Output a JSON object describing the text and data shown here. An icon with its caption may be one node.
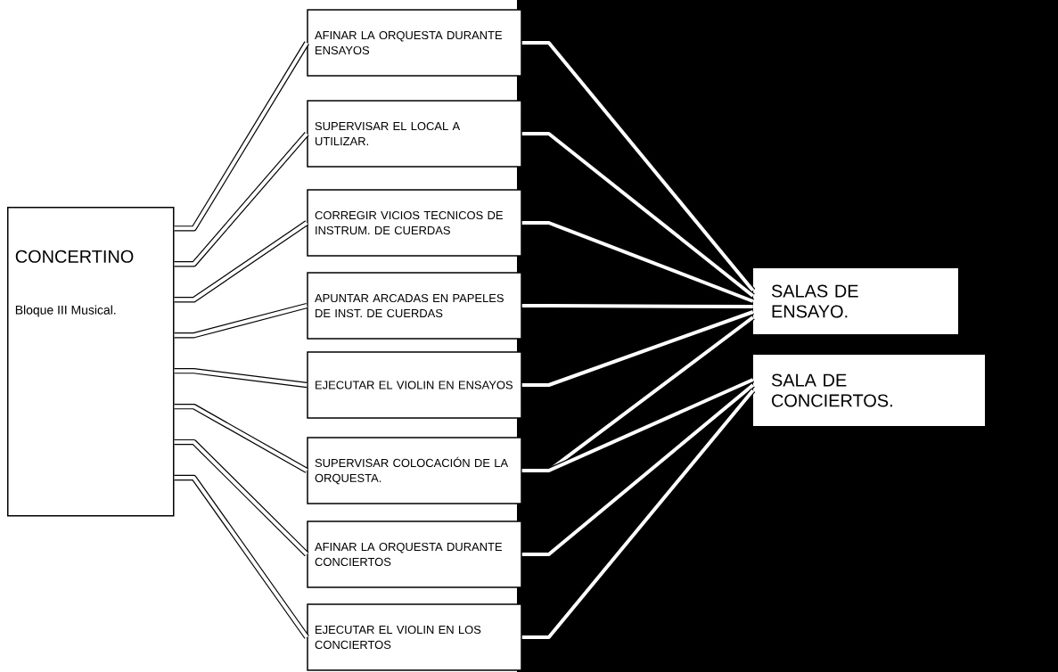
{
  "diagram": {
    "nodes": [
      {
        "text": [
          "CONCERTINO",
          "Bloque III Musical."
        ]
      },
      {
        "text": [
          "AFINAR LA ORQUESTA DURANTE ENSAYOS"
        ]
      },
      {
        "text": [
          "SUPERVISAR EL LOCAL A UTILIZAR."
        ]
      },
      {
        "text": [
          "CORREGIR VICIOS TECNICOS DE INSTRUM. DE CUERDAS"
        ]
      },
      {
        "text": [
          "APUNTAR ARCADAS EN PAPELES DE INST. DE CUERDAS"
        ]
      },
      {
        "text": [
          "EJECUTAR EL VIOLIN EN ENSAYOS"
        ]
      },
      {
        "text": [
          "SUPERVISAR COLOCACIÓN DE LA ORQUESTA."
        ]
      },
      {
        "text": [
          "AFINAR LA ORQUESTA DURANTE CONCIERTOS"
        ]
      },
      {
        "text": [
          "EJECUTAR EL VIOLIN EN LOS CONCIERTOS"
        ]
      },
      {
        "text": [
          "SALAS DE ENSAYO."
        ]
      },
      {
        "text": [
          "SALA DE CONCIERTOS."
        ]
      }
    ],
    "edges": [
      {
        "from": 0,
        "to": 1,
        "arrow": "none"
      },
      {
        "from": 0,
        "to": 2,
        "arrow": "none"
      },
      {
        "from": 0,
        "to": 3,
        "arrow": "none"
      },
      {
        "from": 0,
        "to": 4,
        "arrow": "none"
      },
      {
        "from": 0,
        "to": 5,
        "arrow": "none"
      },
      {
        "from": 0,
        "to": 6,
        "arrow": "none"
      },
      {
        "from": 0,
        "to": 7,
        "arrow": "none"
      },
      {
        "from": 0,
        "to": 8,
        "arrow": "none"
      },
      {
        "from": 1,
        "to": 9,
        "arrow": "none"
      },
      {
        "from": 2,
        "to": 9,
        "arrow": "none"
      },
      {
        "from": 3,
        "to": 9,
        "arrow": "none"
      },
      {
        "from": 4,
        "to": 9,
        "arrow": "none",
        "color": "#ffffff"
      },
      {
        "from": 5,
        "to": 9,
        "arrow": "none"
      },
      {
        "from": 6,
        "to": 9,
        "arrow": "none"
      },
      {
        "from": 6,
        "to": 10,
        "arrow": "none"
      },
      {
        "from": 7,
        "to": 10,
        "arrow": "none"
      },
      {
        "from": 8,
        "to": 10,
        "arrow": "none"
      }
    ]
  }
}
